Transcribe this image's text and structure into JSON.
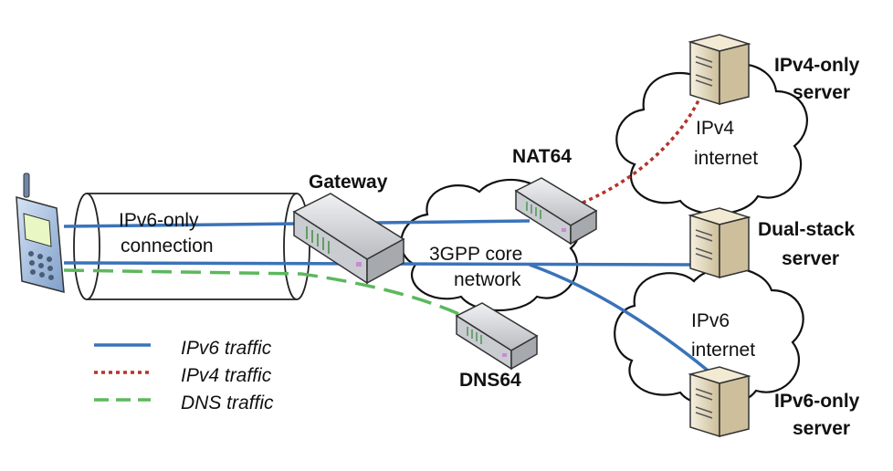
{
  "tunnel": {
    "line1": "IPv6-only",
    "line2": "connection"
  },
  "gateway": {
    "label": "Gateway"
  },
  "nat64": {
    "label": "NAT64"
  },
  "dns64": {
    "label": "DNS64"
  },
  "core": {
    "line1": "3GPP core",
    "line2": "network"
  },
  "ipv4_cloud": {
    "line1": "IPv4",
    "line2": "internet"
  },
  "ipv6_cloud": {
    "line1": "IPv6",
    "line2": "internet"
  },
  "ipv4_server": {
    "line1": "IPv4-only",
    "line2": "server"
  },
  "dual_server": {
    "line1": "Dual-stack",
    "line2": "server"
  },
  "ipv6_server": {
    "line1": "IPv6-only",
    "line2": "server"
  },
  "legend": [
    {
      "label": "IPv6 traffic",
      "style": "solid",
      "color": "#3a73b9"
    },
    {
      "label": "IPv4 traffic",
      "style": "dotted",
      "color": "#b3342a"
    },
    {
      "label": "DNS traffic",
      "style": "dashed",
      "color": "#5cb85c"
    }
  ],
  "colors": {
    "ipv6": "#3a73b9",
    "ipv4": "#b3342a",
    "dns": "#5cb85c",
    "phone_body": "#a9c4e6",
    "server": "#e8dcc0",
    "router": "#d7d9dc"
  },
  "icons": [
    "mobile-phone-icon",
    "router-icon",
    "server-icon",
    "cloud-icon"
  ]
}
